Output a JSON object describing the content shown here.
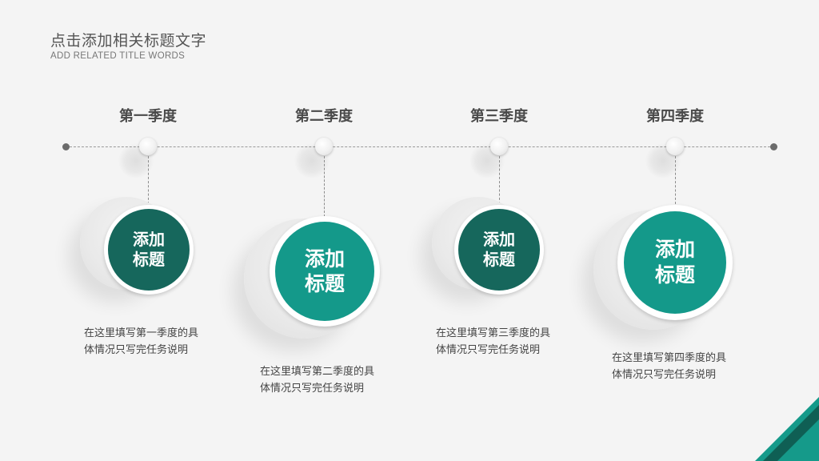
{
  "header": {
    "title": "点击添加相关标题文字",
    "subtitle": "ADD RELATED TITLE WORDS"
  },
  "colors": {
    "dark_teal": "#16675c",
    "light_teal": "#14998a",
    "accent": "#159a8a"
  },
  "quarters": [
    {
      "label": "第一季度",
      "heading": "添加\n标题",
      "description": "在这里填写第一季度的具\n体情况只写完任务说明"
    },
    {
      "label": "第二季度",
      "heading": "添加\n标题",
      "description": "在这里填写第二季度的具\n体情况只写完任务说明"
    },
    {
      "label": "第三季度",
      "heading": "添加\n标题",
      "description": "在这里填写第三季度的具\n体情况只写完任务说明"
    },
    {
      "label": "第四季度",
      "heading": "添加\n标题",
      "description": "在这里填写第四季度的具\n体情况只写完任务说明"
    }
  ]
}
